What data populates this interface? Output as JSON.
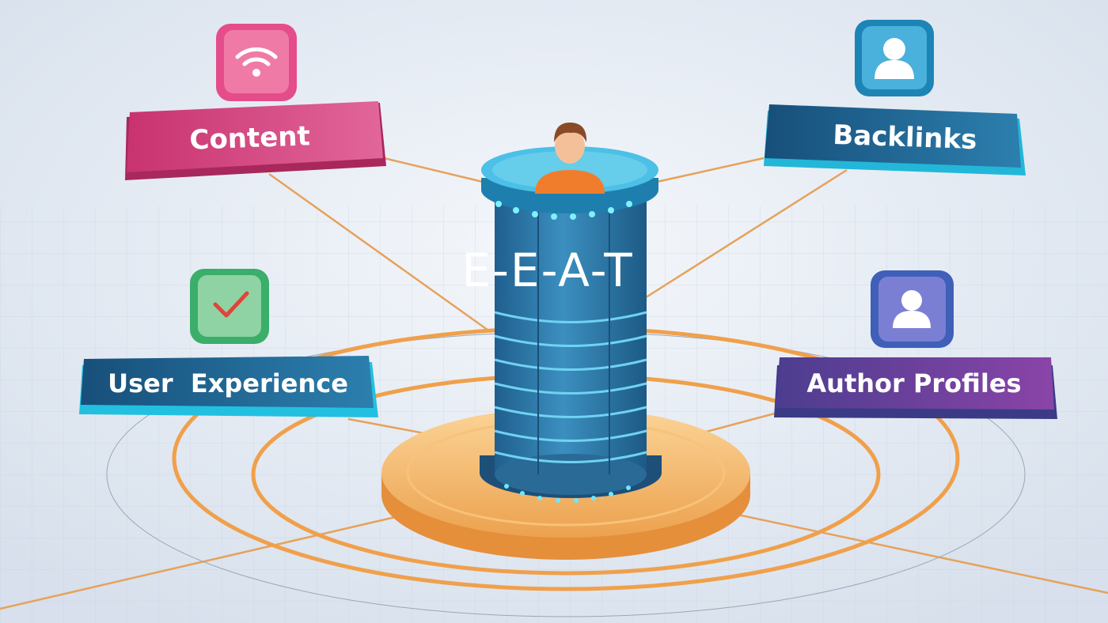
{
  "center": {
    "title": "E-E-A-T"
  },
  "pillars": [
    {
      "label": "Content",
      "icon": "wifi-icon",
      "color": "#d94f86"
    },
    {
      "label": "Backlinks",
      "icon": "user-icon",
      "color": "#1f6e99"
    },
    {
      "label": "User  Experience",
      "icon": "checkmark-icon",
      "color": "#1c5f88"
    },
    {
      "label": "Author Profiles",
      "icon": "user-icon",
      "color": "#6b3f9a"
    }
  ],
  "colors": {
    "orange": "#f0a04b",
    "pillar": "#2a7aa8",
    "background": "#e6ecf4"
  }
}
